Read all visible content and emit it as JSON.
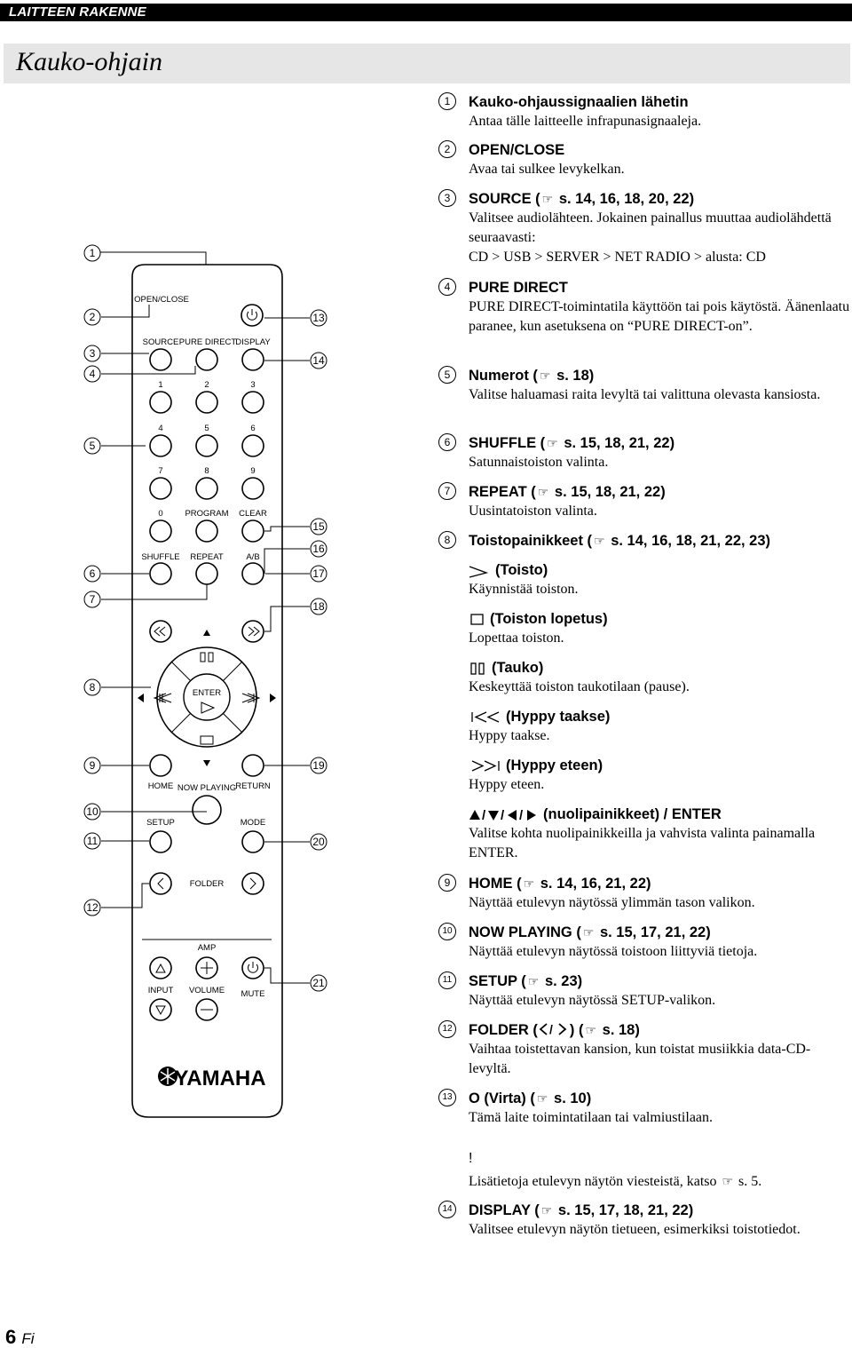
{
  "header": {
    "section": "LAITTEEN RAKENNE",
    "title": "Kauko-ohjain"
  },
  "remote": {
    "labels": {
      "open_close": "OPEN/CLOSE",
      "source": "SOURCE",
      "pure_direct": "PURE DIRECT",
      "display": "DISPLAY",
      "n1": "1",
      "n2": "2",
      "n3": "3",
      "n4": "4",
      "n5": "5",
      "n6": "6",
      "n7": "7",
      "n8": "8",
      "n9": "9",
      "n0": "0",
      "program": "PROGRAM",
      "clear": "CLEAR",
      "shuffle": "SHUFFLE",
      "repeat": "REPEAT",
      "ab": "A/B",
      "enter": "ENTER",
      "home": "HOME",
      "now_playing": "NOW PLAYING",
      "return": "RETURN",
      "setup": "SETUP",
      "mode": "MODE",
      "folder": "FOLDER",
      "amp": "AMP",
      "input": "INPUT",
      "volume": "VOLUME",
      "mute": "MUTE",
      "brand": "YAMAHA"
    },
    "callouts_left": [
      "1",
      "2",
      "3",
      "4",
      "5",
      "6",
      "7",
      "8",
      "9",
      "10",
      "11",
      "12"
    ],
    "callouts_right": [
      "13",
      "14",
      "15",
      "16",
      "17",
      "18",
      "19",
      "20",
      "21"
    ]
  },
  "items": [
    {
      "num": "1",
      "head": "Kauko-ohjaussignaalien lähetin",
      "desc": "Antaa tälle laitteelle infrapunasignaaleja."
    },
    {
      "num": "2",
      "head": "OPEN/CLOSE",
      "desc": "Avaa tai sulkee levykelkan."
    },
    {
      "num": "3",
      "head_a": "SOURCE (",
      "head_b": " s. 14, 16, 18, 20, 22)",
      "desc": "Valitsee audiolähteen. Jokainen painallus muuttaa audiolähdettä seuraavasti:",
      "desc2": "CD > USB > SERVER > NET RADIO > alusta: CD"
    },
    {
      "num": "4",
      "head": "PURE DIRECT",
      "desc": "PURE DIRECT-toimintatila käyttöön tai pois käytöstä. Äänenlaatu paranee, kun asetuksena on “PURE DIRECT-on”."
    },
    {
      "num": "5",
      "head_a": "Numerot (",
      "head_b": " s. 18)",
      "desc": "Valitse haluamasi raita levyltä tai valittuna olevasta kansiosta."
    },
    {
      "num": "6",
      "head_a": "SHUFFLE (",
      "head_b": " s. 15, 18, 21, 22)",
      "desc": "Satunnaistoiston valinta."
    },
    {
      "num": "7",
      "head_a": "REPEAT (",
      "head_b": " s. 15, 18, 21, 22)",
      "desc": "Uusintatoiston valinta."
    },
    {
      "num": "8",
      "head_a": "Toistopainikkeet (",
      "head_b": " s. 14, 16, 18, 21, 22, 23)"
    },
    {
      "num": "9",
      "head_a": "HOME (",
      "head_b": " s. 14, 16, 21, 22)",
      "desc": "Näyttää etulevyn näytössä ylimmän tason valikon."
    },
    {
      "num": "10",
      "head_a": "NOW PLAYING (",
      "head_b": " s. 15, 17, 21, 22)",
      "desc": "Näyttää etulevyn näytössä toistoon liittyviä tietoja."
    },
    {
      "num": "11",
      "head_a": "SETUP (",
      "head_b": " s. 23)",
      "desc": "Näyttää etulevyn näytössä SETUP-valikon."
    },
    {
      "num": "12",
      "head_a": "FOLDER (",
      "head_mid": ") (",
      "head_b": " s. 18)",
      "desc": "Vaihtaa toistettavan kansion, kun toistat musiikkia data-CD-levyltä."
    },
    {
      "num": "13",
      "head_a": "O (Virta) (",
      "head_b": " s. 10)",
      "desc": "Tämä laite toimintatilaan tai valmiustilaan."
    },
    {
      "num": "14",
      "head_a": "DISPLAY (",
      "head_b": " s. 15, 17, 18, 21, 22)",
      "desc": "Valitsee etulevyn näytön tietueen, esimerkiksi toistotiedot."
    }
  ],
  "playback": [
    {
      "icon": "play-icon",
      "head": "(Toisto)",
      "desc": "Käynnistää toiston."
    },
    {
      "icon": "stop-icon",
      "head": "(Toiston lopetus)",
      "desc": "Lopettaa toiston."
    },
    {
      "icon": "pause-icon",
      "head": "(Tauko)",
      "desc": "Keskeyttää toiston taukotilaan (pause)."
    },
    {
      "icon": "skip-back-icon",
      "head": "(Hyppy taakse)",
      "desc": "Hyppy taakse."
    },
    {
      "icon": "skip-forward-icon",
      "head": "(Hyppy eteen)",
      "desc": "Hyppy eteen."
    },
    {
      "icon": "cursor-icon",
      "head": "(nuolipainikkeet) / ENTER",
      "desc": "Valitse kohta nuolipainikkeilla ja vahvista valinta painamalla ENTER."
    }
  ],
  "note": {
    "mark": "!",
    "text": "Lisätietoja etulevyn näytön viesteistä, katso",
    "ref": "s. 5."
  },
  "hand_glyph": "☞",
  "footer": {
    "page": "6",
    "lang": "Fi"
  }
}
